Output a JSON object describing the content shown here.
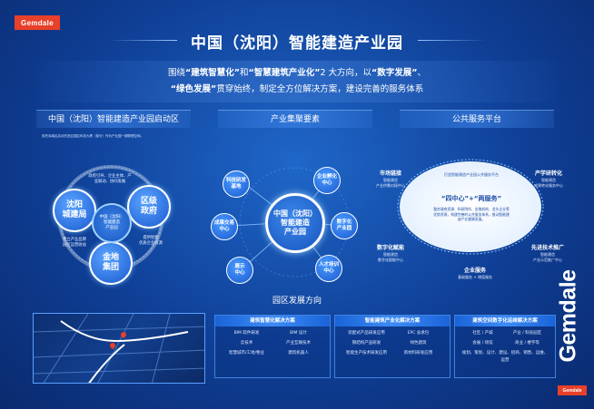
{
  "brand": {
    "logo": "Gemdale",
    "color": "#e8402a"
  },
  "title": "中国（沈阳）智能建造产业园",
  "intro": {
    "l1a": "围绕",
    "k1": "“建筑智慧化”",
    "l1b": "和",
    "k2": "“智慧建筑产业化”",
    "l1c": "2 大方向，以",
    "k3": "“数字发展”",
    "l1d": "、",
    "k4": "“绿色发展”",
    "l2": "贯穿始终，制定全方位解决方案，建设完善的服务体系"
  },
  "sections": {
    "left": "中国（沈阳）智能建造产业园启动区",
    "mid": "产业集聚要素",
    "right": "公共服务平台"
  },
  "left_note": "依托浑南区启动先进区园区科技大厦（部分）作为产业园一期物理空间。",
  "triad": {
    "top": "政府引导、企业主体、产业联动、协同发展",
    "a": "沈阳\n城建局",
    "b": "区级\n政府",
    "c": "金地\n集团",
    "center": "中国（沈阳）\n智能建造\n产业园",
    "left": "建立产业品牌\n园区运营收益",
    "right": "提供智能\n优质企业资源"
  },
  "cluster": {
    "hub": "中国（沈阳）\n智能建造\n产业园",
    "nodes": [
      "科技研发\n基地",
      "企业孵化\n中心",
      "数字化\n产业园",
      "人才培训\n中心",
      "展示\n中心",
      "成果交易\n中心"
    ]
  },
  "service": {
    "oval_title": "“四中心”+“两服务”",
    "oval_ring": "打造智能建造产业园公共服务平台",
    "oval_body": "整合政府资源、科研院所、金融机构、龙头企业等优势资源，构建完善的公共服务体系，推动智能建造产业健康发展。",
    "items": [
      {
        "label": "市场链接",
        "sub": "智能建造\n产业供需对接中心"
      },
      {
        "label": "产学研转化",
        "sub": "智能建造\n成果转化服务中心"
      },
      {
        "label": "数字化赋能",
        "sub": "智能建造\n数字化赋能中心"
      },
      {
        "label": "先进技术推广",
        "sub": "智能建造\n产业示范推广中心"
      },
      {
        "label": "企业服务",
        "sub": "基础服务 + 增值服务"
      }
    ]
  },
  "park": {
    "title": "园区发展方向",
    "solutions": [
      {
        "head": "建筑智慧化解决方案",
        "items": [
          "BIM 软件研发",
          "BIM 设计",
          "云技术",
          "产业互联技术",
          "智慧城市/工地/物业",
          "建筑机器人"
        ]
      },
      {
        "head": "智能建筑产业化解决方案",
        "items": [
          "装配式产品研发应用",
          "EPC 总承包",
          "钢结构产品研发",
          "绿色建筑",
          "智能生产技术研发应用",
          "新材料研发应用"
        ]
      },
      {
        "head": "建筑空间数字化运维解决方案",
        "items": [
          "社区 / 产城",
          "产业 / 科技园区",
          "会展 / 场馆",
          "商业 / 楼宇等",
          "规划、策划、设计、建设、招商、销售、运维、运营"
        ]
      }
    ]
  },
  "icons": [
    "map-pin-icon"
  ]
}
